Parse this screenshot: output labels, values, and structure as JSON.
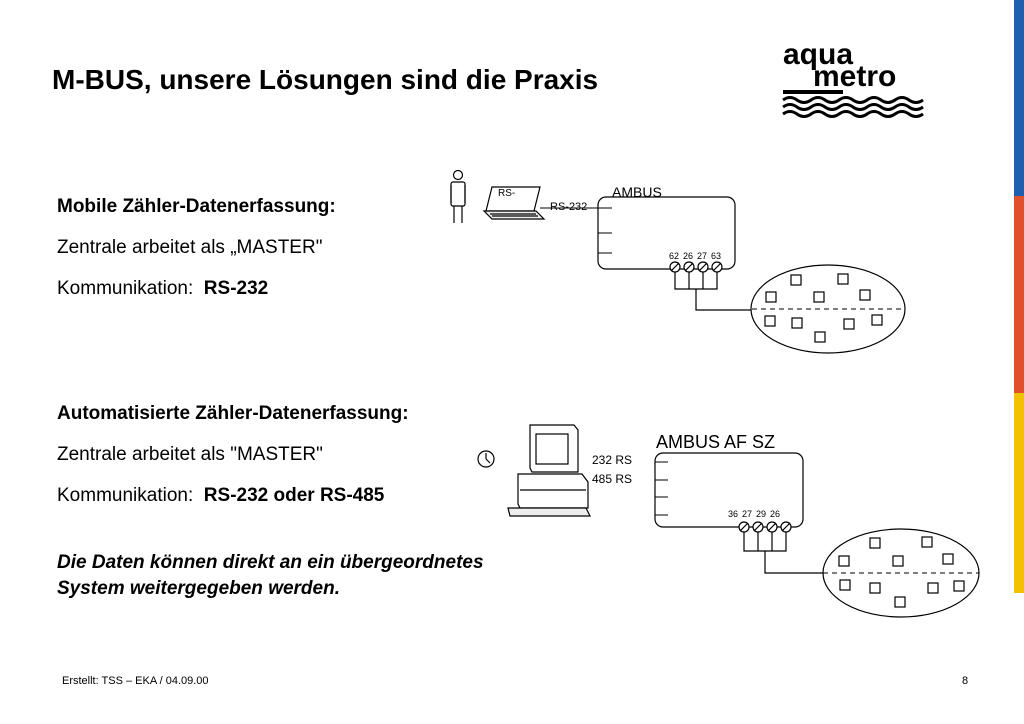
{
  "slide": {
    "title": "M-BUS, unsere Lösungen sind die Praxis",
    "page_number": "8",
    "footer": "Erstellt: TSS – EKA  /  04.09.00"
  },
  "logo": {
    "line1": "aqua",
    "line2": "metro"
  },
  "section1": {
    "heading": "Mobile Zähler-Datenerfassung:",
    "line1": "Zentrale arbeitet als „MASTER\"",
    "line2_label": "Kommunikation:",
    "line2_value": "RS-232"
  },
  "section2": {
    "heading": "Automatisierte Zähler-Datenerfassung:",
    "line1": "Zentrale arbeitet als \"MASTER\"",
    "line2_label": "Kommunikation:",
    "line2_value": "RS-232 oder RS-485",
    "note_line1": "Die Daten können direkt an ein übergeordnetes",
    "note_line2": "System weitergegeben werden."
  },
  "diagram1": {
    "device_label": "AMBUS",
    "laptop_label": "RS-",
    "port_label": "RS-232",
    "terminals": [
      "62",
      "26",
      "27",
      "63"
    ]
  },
  "diagram2": {
    "device_label": "AMBUS AF SZ",
    "port1_label": "232 RS",
    "port2_label": "485 RS",
    "terminals": [
      "36",
      "27",
      "29",
      "26"
    ]
  },
  "colors": {
    "stripe_blue": "#1f5fb0",
    "stripe_red": "#e0502a",
    "stripe_yellow": "#f2c200"
  }
}
